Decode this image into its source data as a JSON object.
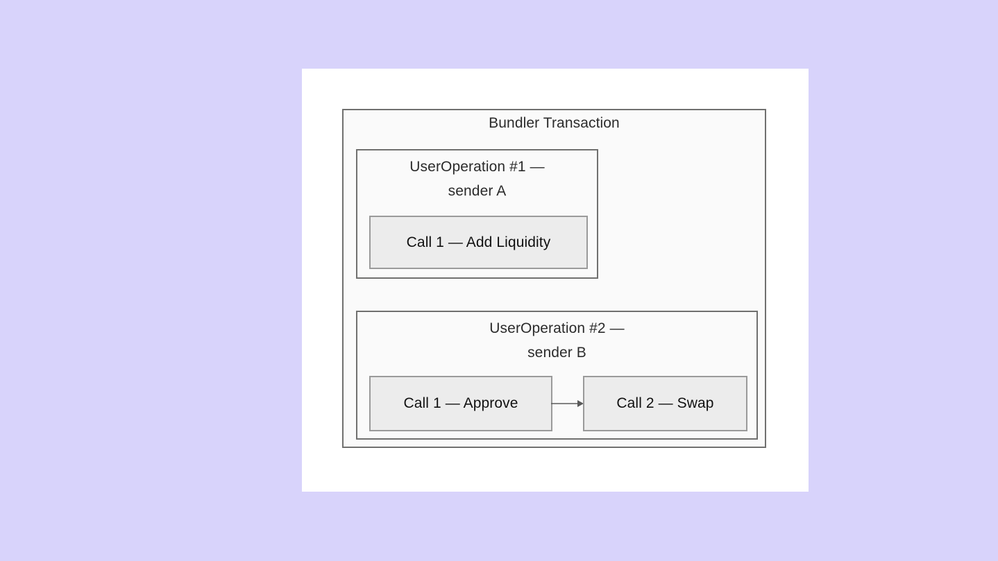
{
  "canvas": {
    "background_color": "#d8d3fb",
    "card_color": "#ffffff"
  },
  "diagram": {
    "type": "nested-box-diagram",
    "title": "Bundler Transaction",
    "border_color": "#70706f",
    "fill_color": "#fafafa",
    "user_operations": [
      {
        "id": "userop-1",
        "title": "UserOperation #1 —\nsender A",
        "title_line_1": "UserOperation #1 —",
        "title_line_2": "sender A",
        "sender": "A",
        "calls": [
          {
            "id": "call-add-liquidity",
            "label": "Call 1 — Add Liquidity",
            "index": 1,
            "action": "Add Liquidity",
            "fill_color": "#ececec",
            "border_color": "#9a9a9a"
          }
        ],
        "connectors": []
      },
      {
        "id": "userop-2",
        "title": "UserOperation #2 —\nsender B",
        "title_line_1": "UserOperation #2 —",
        "title_line_2": "sender B",
        "sender": "B",
        "calls": [
          {
            "id": "call-approve",
            "label": "Call 1 — Approve",
            "index": 1,
            "action": "Approve",
            "fill_color": "#ececec",
            "border_color": "#9a9a9a"
          },
          {
            "id": "call-swap",
            "label": "Call 2 — Swap",
            "index": 2,
            "action": "Swap",
            "fill_color": "#ececec",
            "border_color": "#9a9a9a"
          }
        ],
        "connectors": [
          {
            "id": "approve-to-swap",
            "from": "call-approve",
            "to": "call-swap",
            "style": "solid-arrow",
            "color": "#5a5a5a",
            "label": ""
          }
        ]
      }
    ]
  }
}
